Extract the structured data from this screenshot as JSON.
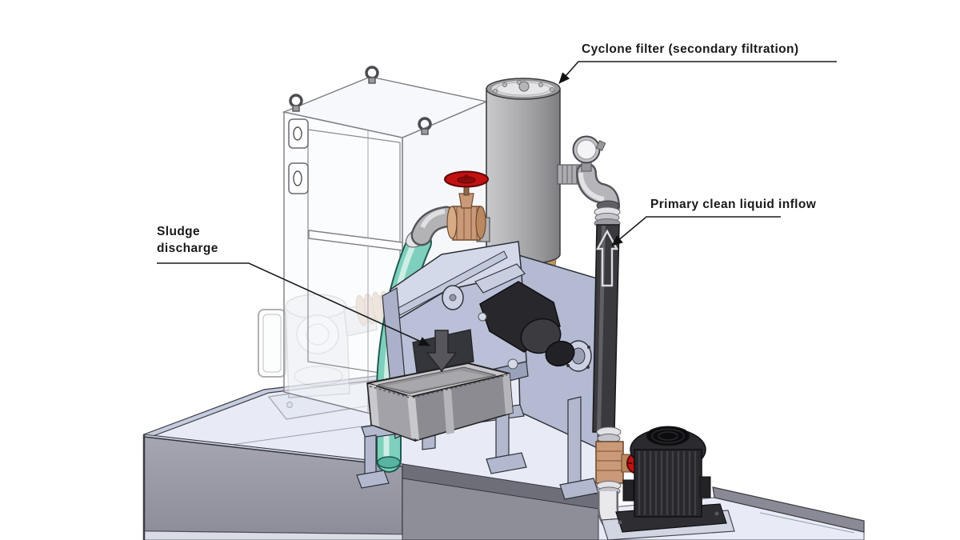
{
  "diagram": {
    "kind": "cad-illustration",
    "subject": "Cyclone filter coolant sludge filtration system"
  },
  "callouts": {
    "cyclone": {
      "text": "Cyclone filter (secondary filtration)"
    },
    "inflow": {
      "text": "Primary clean liquid inflow"
    },
    "sludge": {
      "text": "Sludge\ndischarge"
    }
  },
  "parts": {
    "cyclone_filter": "cyclone filter",
    "cyclone_cone": "cyclone cone outlet",
    "pressure_gauge": "pressure gauge",
    "riser_pipe": "primary inflow riser pipe",
    "flow_arrow_up": "upward flow arrow",
    "top_gate_valve": "gate valve (red handwheel)",
    "bottom_shutoff_valve": "shutoff valve (red handwheel)",
    "return_hose": "clean liquid return hose",
    "filter_unit": "separator / filter unit",
    "gear_motor": "gear motor",
    "sludge_container": "sludge container",
    "container_stand": "container stand",
    "sludge_flow_arrow": "downward sludge flow arrow",
    "supply_pump": "supply pump",
    "ghost_pump": "immersion pump (ghosted)",
    "enclosure": "transparent enclosure frame",
    "reservoir_tank": "reservoir tank"
  },
  "colors": {
    "leader": "#1a1a1a",
    "label_text": "#1a1a1a",
    "tank_front": "#9a9aa6",
    "tank_top": "#e8ebf6",
    "tank_rim": "#c6ccdf",
    "mid_band": "#6e6e79",
    "mid_front": "#8e8e99",
    "cyclone_gray": "#ababad",
    "cyclone_top": "#d8d8da",
    "cone_tan": "#d9b086",
    "hose_teal": "#7ed0bd",
    "machine_lavender": "#b9c0d7",
    "machine_light": "#d4d9e9",
    "machine_panel": "#b3bad2",
    "pipe_dark": "#3a3a3e",
    "pump_black": "#28282c",
    "valve_red": "#c11212",
    "brass": "#c9997a",
    "flow_arrow": "#56565c",
    "tote_gray": "#a2a2a8"
  }
}
